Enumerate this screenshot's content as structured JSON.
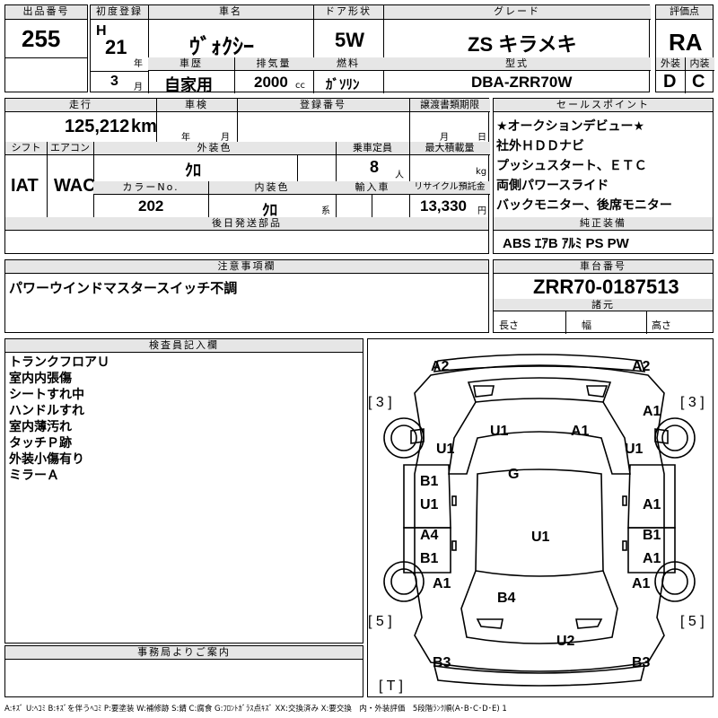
{
  "header": {
    "lot_label": "出品番号",
    "lot_no": "255",
    "first_reg_label": "初度登録",
    "era": "H",
    "year": "21",
    "year_unit": "年",
    "month": "3",
    "month_unit": "月",
    "car_name_label": "車名",
    "car_name": "ｳﾞｫｸｼｰ",
    "history_label": "車歴",
    "history": "自家用",
    "displacement_label": "排気量",
    "displacement": "2000",
    "displacement_unit": "cc",
    "door_label": "ドア形状",
    "door": "5W",
    "fuel_label": "燃料",
    "fuel": "ｶﾞｿﾘﾝ",
    "grade_label": "グレード",
    "grade": "ZS キラメキ",
    "model_label": "型式",
    "model": "DBA-ZRR70W",
    "score_label": "評価点",
    "score": "RA",
    "ext_label": "外装",
    "ext": "D",
    "int_label": "内装",
    "int": "C"
  },
  "row2": {
    "mileage_label": "走行",
    "mileage": "125,212",
    "mileage_unit": "km",
    "inspection_label": "車検",
    "insp_year": "年",
    "insp_month": "月",
    "reg_label": "登録番号",
    "transfer_label": "譲渡書類期限",
    "tr_month": "月",
    "tr_day": "日",
    "shift_label": "シフト",
    "shift": "IAT",
    "ac_label": "エアコン",
    "ac": "WAC",
    "ext_color_label": "外装色",
    "ext_color": "ｸﾛ",
    "capacity_label": "乗車定員",
    "capacity": "8",
    "capacity_unit": "人",
    "load_label": "最大積載量",
    "load_unit": "kg",
    "color_no_label": "カラーNo.",
    "color_no": "202",
    "int_color_label": "内装色",
    "int_color": "ｸﾛ",
    "int_color_unit": "系",
    "import_label": "輸入車",
    "recycle_label": "リサイクル預託金",
    "recycle": "13,330",
    "recycle_unit": "円",
    "later_label": "後日発送部品"
  },
  "sales_points": {
    "label": "セールスポイント",
    "items": [
      "★オークションデビュー★",
      "社外ＨＤＤナビ",
      "プッシュスタート、ＥＴＣ",
      "両側パワースライド",
      "バックモニター、後席モニター"
    ]
  },
  "equipment": {
    "label": "純正装備",
    "value": "ABS ｴｱB ｱﾙﾐ PS PW"
  },
  "notes": {
    "label": "注意事項欄",
    "value": "パワーウインドマスタースイッチ不調"
  },
  "chassis": {
    "label": "車台番号",
    "value": "ZRR70-0187513",
    "dims_label": "諸元",
    "length": "長さ",
    "width": "幅",
    "height": "高さ"
  },
  "inspector": {
    "label": "検査員記入欄",
    "lines": [
      "トランクフロアＵ",
      "室内内張傷",
      "シートすれ中",
      "ハンドルすれ",
      "室内薄汚れ",
      "タッチＰ跡",
      "外装小傷有り",
      "ミラーＡ"
    ]
  },
  "office": {
    "label": "事務局よりご案内"
  },
  "diagram": {
    "marks": [
      "A2",
      "A2",
      "[ 3 ]",
      "[ 3 ]",
      "A1",
      "U1",
      "A1",
      "U1",
      "U1",
      "G",
      "B1",
      "U1",
      "A1",
      "A4",
      "U1",
      "B1",
      "B1",
      "A1",
      "A1",
      "A1",
      "B4",
      "[ 5 ]",
      "[ 5 ]",
      "U2",
      "B3",
      "B3",
      "[ T ]"
    ]
  },
  "legend": "A:ｷｽﾞ U:ﾍｺﾐ B:ｷｽﾞを伴うﾍｺﾐ P:要塗装 W:補修跡 S:錆 C:腐食 G:ﾌﾛﾝﾄｶﾞﾗｽ点ｷｽﾞ XX:交換済み X:要交換　内・外装評価　5段階ﾗﾝｸ順(A･B･C･D･E) 1"
}
